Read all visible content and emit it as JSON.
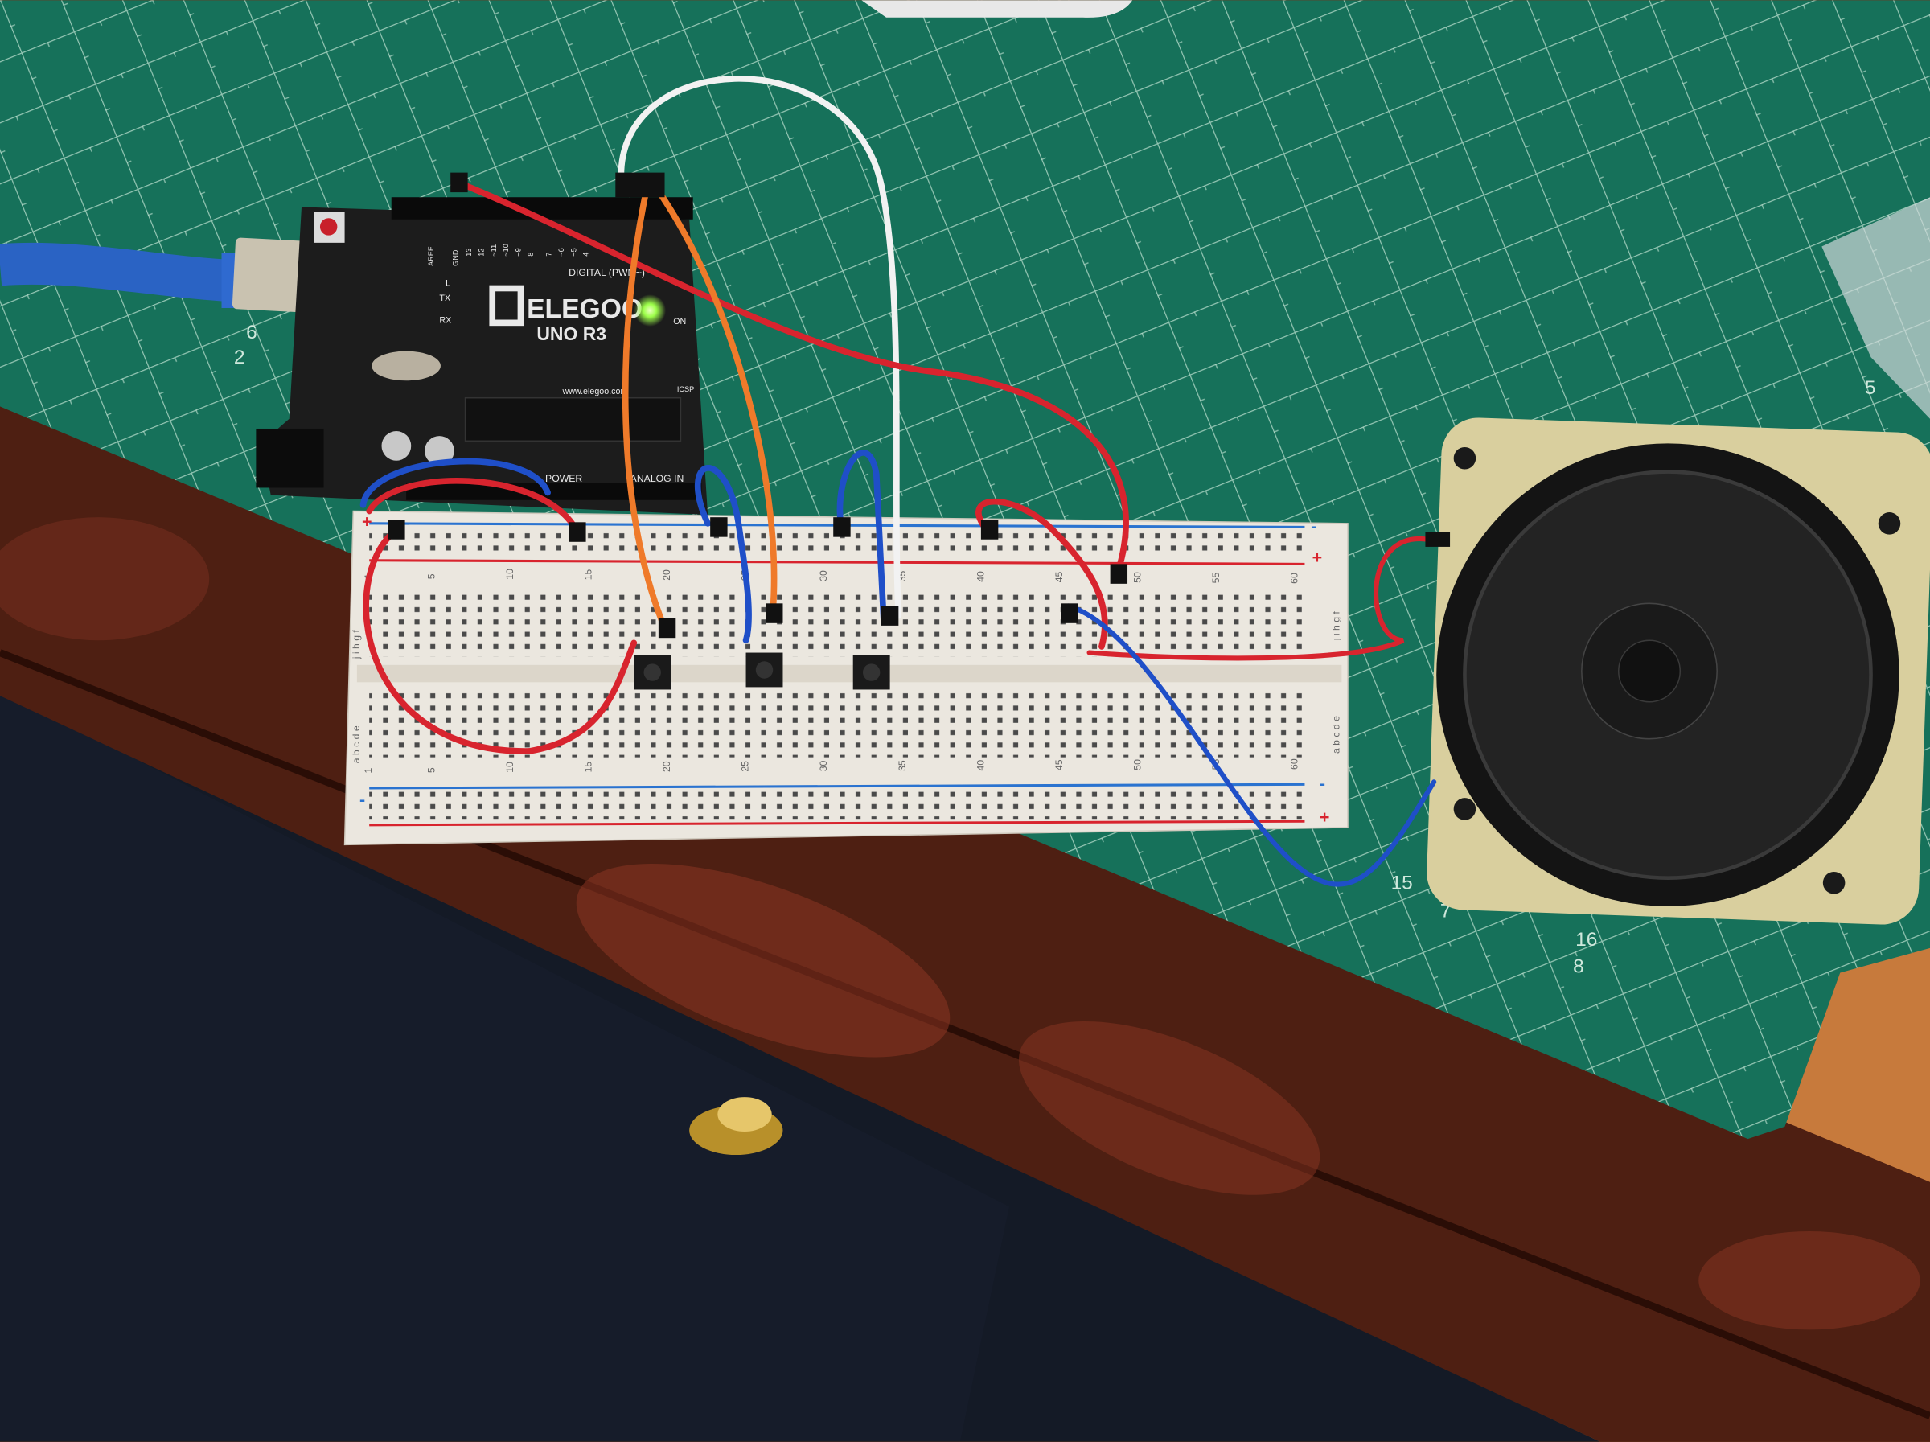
{
  "scene": {
    "arduino": {
      "brand": "ELEGOO",
      "model": "UNO R3",
      "digital_label": "DIGITAL (PWM~)",
      "url": "www.elegoo.com",
      "power_label": "POWER",
      "analog_label": "ANALOG IN",
      "icsp_label": "ICSP",
      "on_label": "ON",
      "tx_label": "TX",
      "rx_label": "RX",
      "l_label": "L",
      "aref_label": "AREF",
      "gnd_label": "GND",
      "pin_labels": [
        "13",
        "12",
        "~11",
        "~10",
        "~9",
        "8",
        "7",
        "~6",
        "~5",
        "4"
      ]
    },
    "breadboard": {
      "column_numbers": [
        "1",
        "5",
        "10",
        "15",
        "20",
        "25",
        "30",
        "35",
        "40",
        "45",
        "50",
        "55",
        "60"
      ],
      "rows_top": "j i h g f",
      "rows_bottom": "a b c d e",
      "plus": "+",
      "minus": "-"
    },
    "mat_numbers": [
      "6",
      "2",
      "5",
      "15",
      "7",
      "16",
      "8"
    ],
    "colors": {
      "mat": "#16715a",
      "wood": "#4e1f12",
      "board": "#1c1c1c",
      "breadboard": "#ebe7df",
      "wire_red": "#d8242e",
      "wire_blue": "#1f4fc8",
      "wire_orange": "#ef7a2a",
      "wire_white": "#f2f2f2",
      "led": "#9dff4a"
    }
  }
}
